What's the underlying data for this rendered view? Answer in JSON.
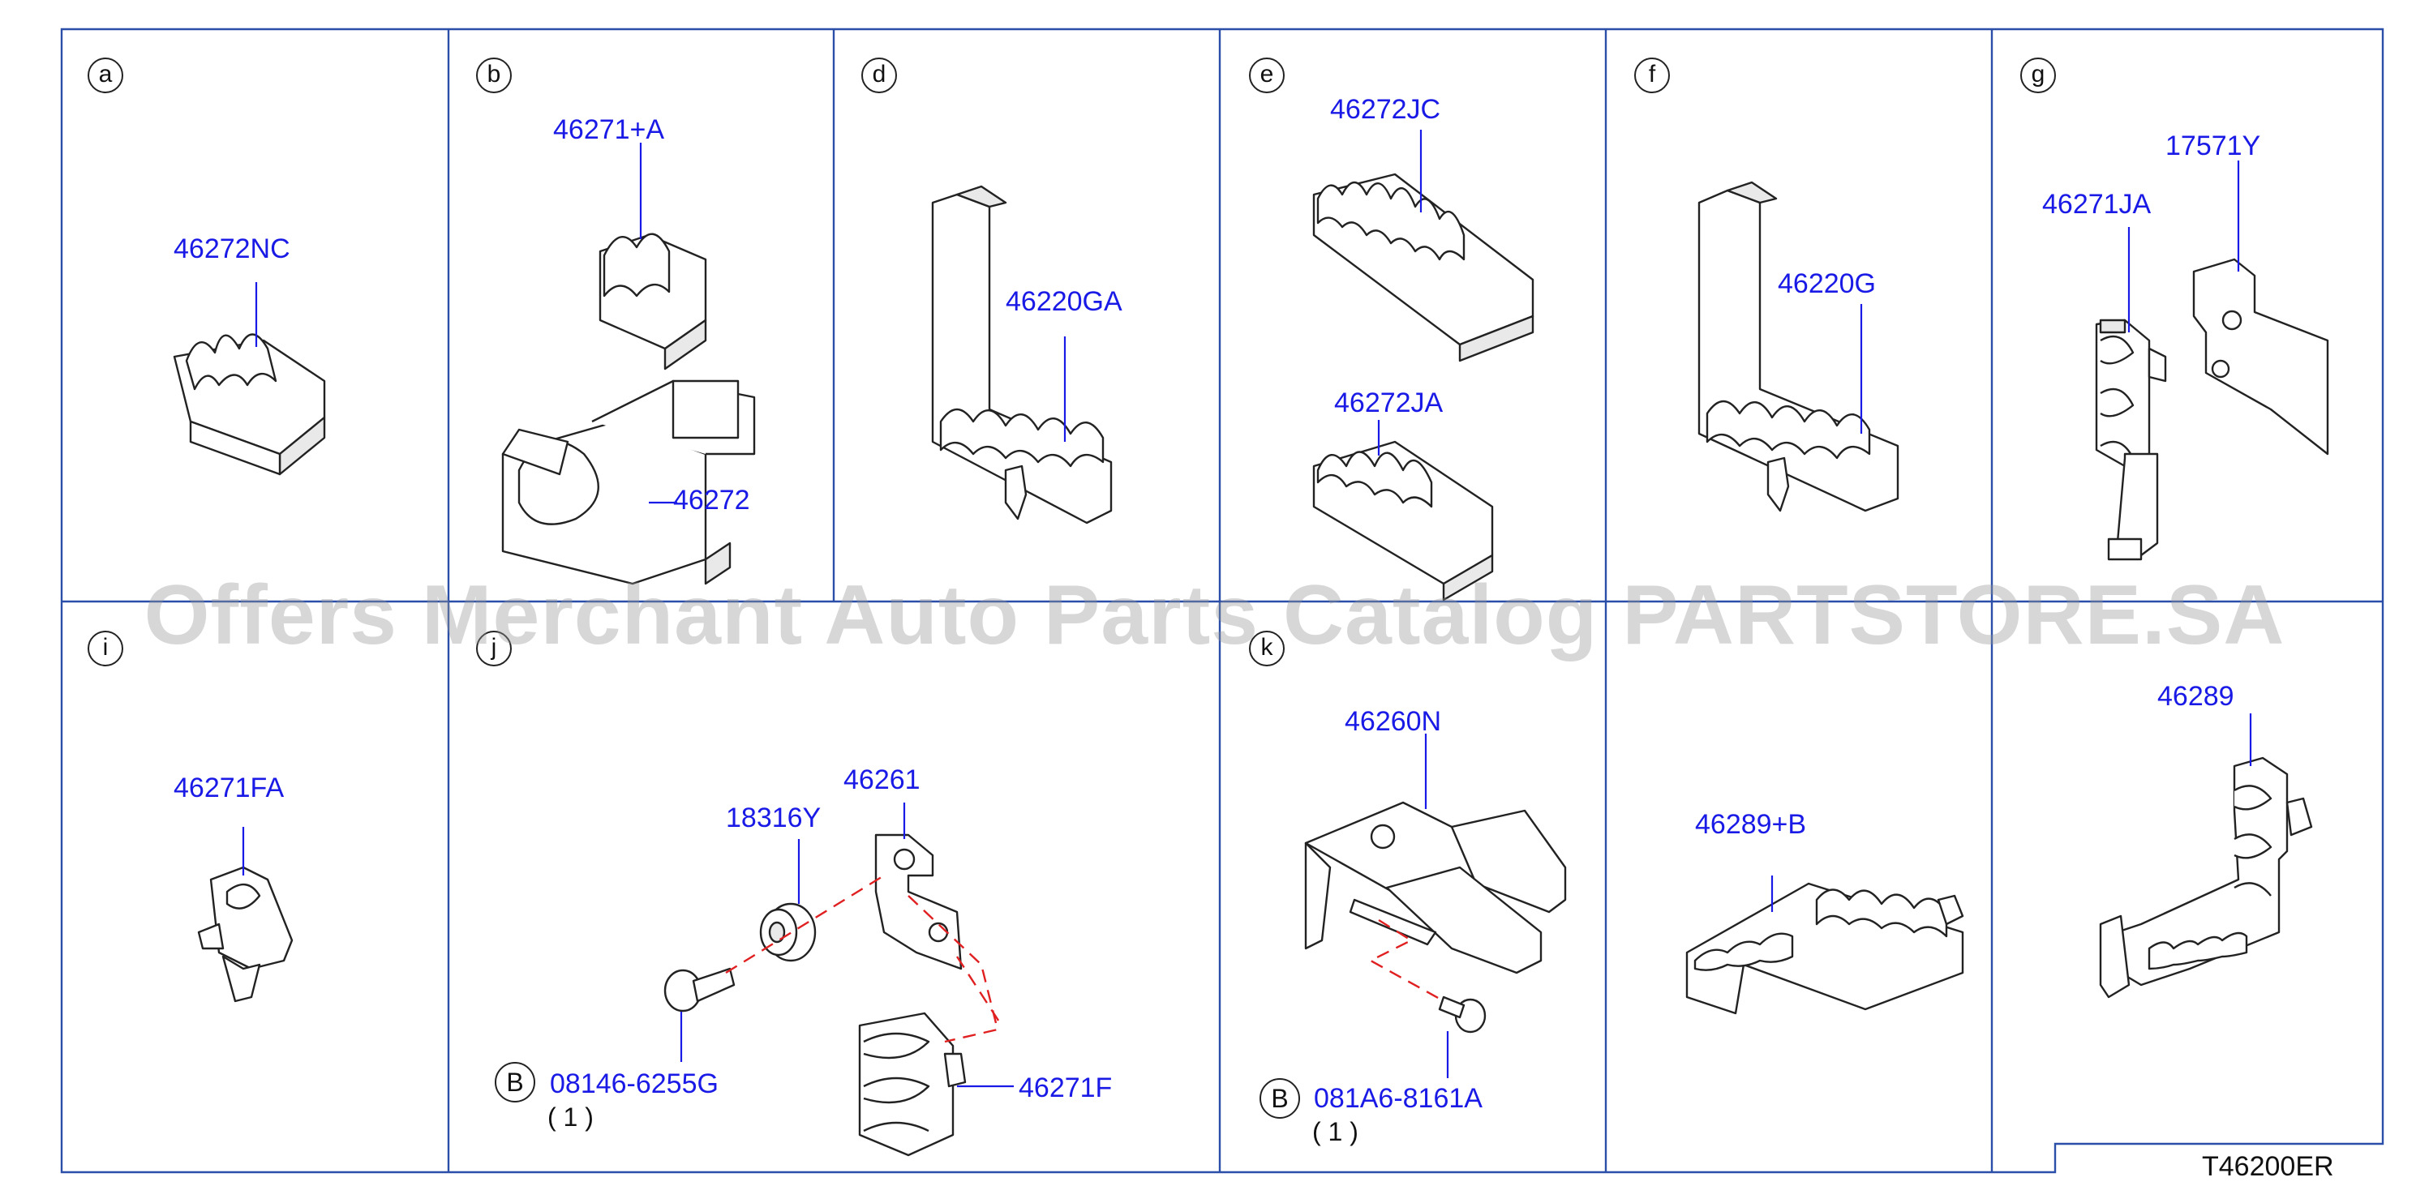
{
  "cells": [
    {
      "letter": "a",
      "labels": [
        "46272NC"
      ]
    },
    {
      "letter": "b",
      "labels": [
        "46271+A",
        "46272"
      ]
    },
    {
      "letter": "d",
      "labels": [
        "46220GA"
      ]
    },
    {
      "letter": "e",
      "labels": [
        "46272JC",
        "46272JA"
      ]
    },
    {
      "letter": "f",
      "labels": [
        "46220G"
      ]
    },
    {
      "letter": "g",
      "labels": [
        "17571Y",
        "46271JA"
      ]
    },
    {
      "letter": "i",
      "labels": [
        "46271FA"
      ]
    },
    {
      "letter": "j",
      "labels": [
        "46261",
        "18316Y",
        "46271F"
      ]
    },
    {
      "letter": "k",
      "labels": [
        "46260N"
      ]
    },
    {
      "letter": "",
      "labels": [
        "46289+B"
      ]
    },
    {
      "letter": "",
      "labels": [
        "46289"
      ]
    }
  ],
  "bolts": [
    {
      "marker": "B",
      "part": "08146-6255G",
      "qty": "( 1 )"
    },
    {
      "marker": "B",
      "part": "081A6-8161A",
      "qty": "( 1 )"
    }
  ],
  "diagram_code": "T46200ER",
  "watermark": "Offers Merchant Auto Parts Catalog PARTSTORE.SA",
  "colors": {
    "label": "#1a1ae6",
    "grid": "#2b4fa8",
    "guide": "#e02020"
  }
}
